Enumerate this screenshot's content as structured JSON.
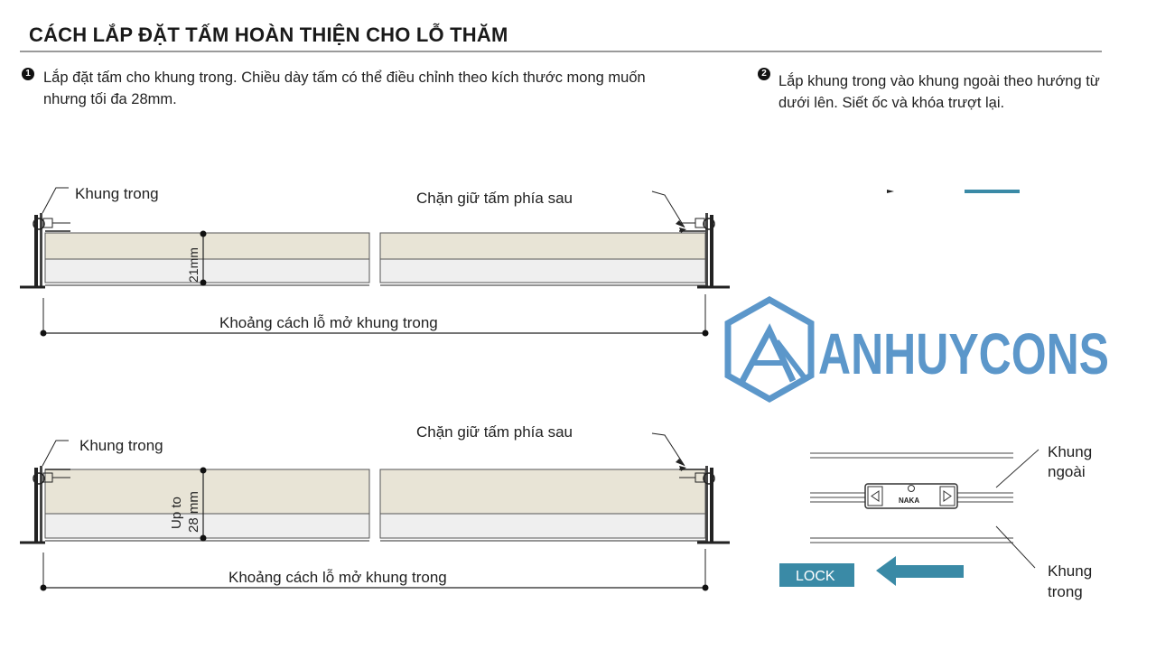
{
  "title": "CÁCH LẮP ĐẶT TẤM HOÀN THIỆN CHO LỖ THĂM",
  "step1": {
    "number": "1",
    "text": "Lắp đặt tấm cho khung trong. Chiều dày tấm có thể điều chỉnh theo kích thước mong muốn nhưng tối đa 28mm."
  },
  "step2": {
    "number": "2",
    "text": "Lắp khung trong vào khung ngoài theo hướng từ dưới lên. Siết ốc và khóa trượt lại."
  },
  "diagram_top": {
    "label_inner_frame": "Khung trong",
    "label_back_stop": "Chặn giữ tấm phía sau",
    "dimension": "21mm",
    "opening": "Khoảng cách lỗ mở khung trong"
  },
  "diagram_bottom": {
    "label_inner_frame": "Khung trong",
    "label_back_stop": "Chặn giữ tấm phía sau",
    "dimension_line1": "Up to",
    "dimension_line2": "28 mm",
    "opening": "Khoảng cách lỗ mở khung trong"
  },
  "lock_diagram": {
    "label_outer_line1": "Khung",
    "label_outer_line2": "ngoài",
    "label_inner_line1": "Khung",
    "label_inner_line2": "trong",
    "lock_brand": "NAKA",
    "lock_button": "LOCK"
  },
  "watermark": {
    "text": "ANHUYCONS"
  },
  "colors": {
    "panel_top": "#e8e4d6",
    "panel_bottom": "#efefef",
    "accent": "#3a8aa6",
    "logo": "#4f8fc6"
  }
}
